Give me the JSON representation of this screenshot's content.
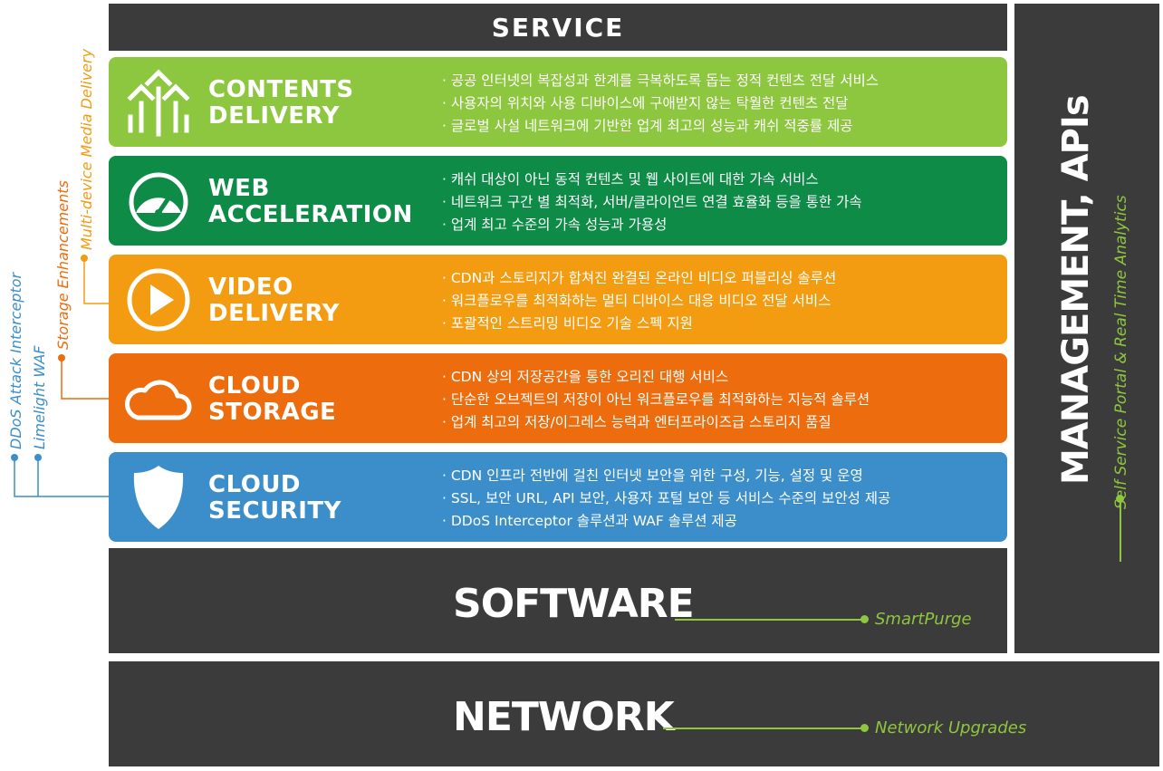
{
  "service": {
    "label": "SERVICE"
  },
  "software": {
    "label": "SOFTWARE",
    "note": "SmartPurge"
  },
  "network": {
    "label": "NETWORK",
    "note": "Network Upgrades"
  },
  "management": {
    "label": "MANAGEMENT, APIs",
    "note": "Self Service Portal & Real Time Analytics"
  },
  "services": [
    {
      "title1": "CONTENTS",
      "title2": "DELIVERY",
      "color": "#8dc63f",
      "bullets": [
        "공공 인터넷의 복잡성과 한계를 극복하도록 돕는 정적 컨텐츠 전달 서비스",
        "사용자의 위치와 사용 디바이스에 구애받지 않는 탁월한 컨텐츠 전달",
        "글로벌 사설 네트워크에 기반한 업계 최고의 성능과 캐쉬 적중률 제공"
      ]
    },
    {
      "title1": "WEB",
      "title2": "ACCELERATION",
      "color": "#0d8b47",
      "bullets": [
        "캐쉬 대상이 아닌 동적 컨텐츠 및 웹 사이트에 대한 가속 서비스",
        "네트워크 구간 별 최적화, 서버/클라이언트 연결 효율화 등을 통한 가속",
        "업계 최고 수준의 가속 성능과 가용성"
      ]
    },
    {
      "title1": "VIDEO",
      "title2": "DELIVERY",
      "color": "#f39c12",
      "bullets": [
        "CDN과 스토리지가 합쳐진 완결된 온라인 비디오 퍼블리싱 솔루션",
        "워크플로우를 최적화하는 멀티 디바이스 대응 비디오 전달 서비스",
        "포괄적인 스트리밍 비디오 기술 스펙 지원"
      ]
    },
    {
      "title1": "CLOUD",
      "title2": "STORAGE",
      "color": "#ec6c0e",
      "bullets": [
        "CDN 상의 저장공간을 통한 오리진 대행 서비스",
        "단순한 오브젝트의 저장이 아닌 워크플로우를 최적화하는 지능적 솔루션",
        "업계 최고의 저장/이그레스 능력과 엔터프라이즈급 스토리지 품질"
      ]
    },
    {
      "title1": "CLOUD",
      "title2": "SECURITY",
      "color": "#3b8ec9",
      "bullets": [
        "CDN 인프라 전반에 걸친 인터넷 보안을 위한 구성, 기능, 설정 및 운영",
        "SSL, 보안 URL, API 보안, 사용자 포털 보안 등 서비스 수준의 보안성 제공",
        "DDoS Interceptor 솔루션과 WAF 솔루션 제공"
      ]
    }
  ],
  "side_notes": [
    {
      "text": "Multi-device Media Delivery",
      "color": "#f39c12"
    },
    {
      "text": "Storage Enhancements",
      "color": "#ec6c0e"
    },
    {
      "text": "Limelight WAF",
      "color": "#3b8ec9"
    },
    {
      "text": "DDoS Attack Interceptor",
      "color": "#3b8ec9"
    }
  ]
}
